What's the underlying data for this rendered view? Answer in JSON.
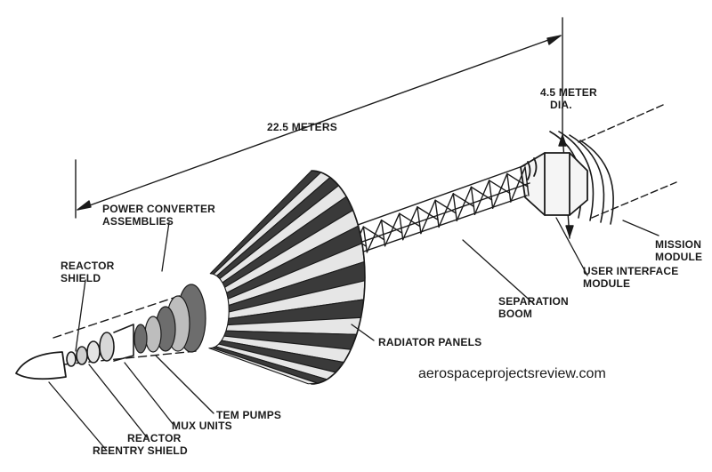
{
  "dimensions": {
    "overall_length": "22.5 METERS",
    "diameter_line1": "4.5 METER",
    "diameter_line2": "DIA."
  },
  "labels": {
    "power_converter_line1": "POWER CONVERTER",
    "power_converter_line2": "ASSEMBLIES",
    "reactor_shield_line1": "REACTOR",
    "reactor_shield_line2": "SHIELD",
    "mission_module_line1": "MISSION",
    "mission_module_line2": "MODULE",
    "user_interface_line1": "USER INTERFACE",
    "user_interface_line2": "MODULE",
    "separation_boom_line1": "SEPARATION",
    "separation_boom_line2": "BOOM",
    "radiator_panels": "RADIATOR PANELS",
    "tem_pumps": "TEM PUMPS",
    "mux_units": "MUX UNITS",
    "reactor": "REACTOR",
    "reentry_shield": "REENTRY SHIELD"
  },
  "watermark": "aerospaceprojectsreview.com",
  "colors": {
    "ink": "#1a1a1a",
    "background": "#ffffff"
  }
}
